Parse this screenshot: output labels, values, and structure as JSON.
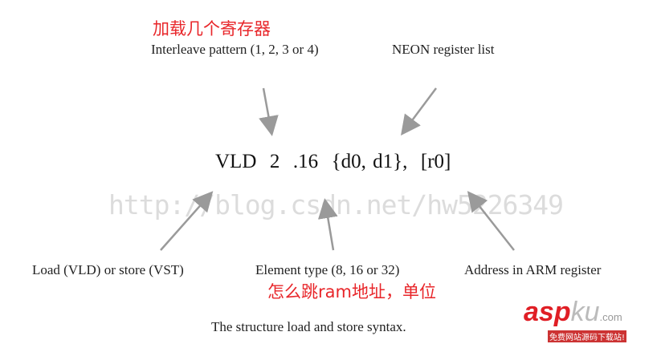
{
  "annotations": {
    "top_note": "加载几个寄存器",
    "bottom_note": "怎么跳ram地址，单位"
  },
  "labels": {
    "interleave": "Interleave pattern (1, 2, 3 or 4)",
    "neon_list": "NEON register list",
    "load_store": "Load (VLD) or store (VST)",
    "element_type": "Element type (8, 16 or 32)",
    "address": "Address in ARM register"
  },
  "instruction": {
    "op": "VLD",
    "interleave": "2",
    "type": ".16",
    "regs": "{d0, d1},",
    "addr": "[r0]"
  },
  "watermark": "http://blog.csdn.net/hw5226349",
  "caption": "The structure load and store syntax.",
  "logo": {
    "brand": "asp",
    "brand2": "ku",
    "domain": ".com",
    "tagline": "免费网站源码下载站!"
  },
  "colors": {
    "annotation": "#e8262a",
    "arrow": "#9a9a9a"
  }
}
